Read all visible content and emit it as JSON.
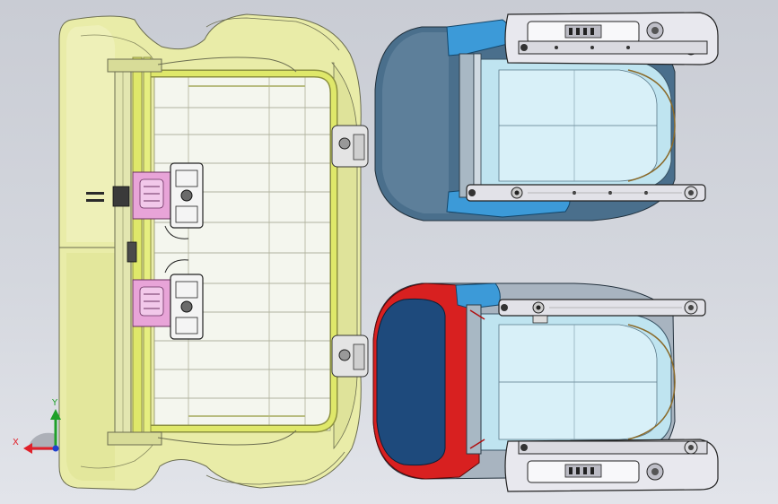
{
  "view": {
    "background_top": "#c9ccd4",
    "background_bottom": "#e2e4ea"
  },
  "triad": {
    "x_label": "X",
    "y_label": "Y",
    "x_color": "#e0202a",
    "y_color": "#1fa02a",
    "z_color": "#2040d0"
  },
  "colors": {
    "seat_cushion": "#e9eca8",
    "seat_cushion_dark": "#d2d67a",
    "frame_tube": "#dfe86a",
    "latch_pink": "#e8a4d8",
    "back_blue": "#3c9ad8",
    "back_red": "#d82020",
    "back_navy": "#1e4a7c",
    "seat_glass": "#b8e0ee",
    "rail_gray": "#d0d2d8"
  },
  "components": [
    "seat-cushion-frame-assembly",
    "seat-back-assembly-blue",
    "seat-back-assembly-red"
  ]
}
